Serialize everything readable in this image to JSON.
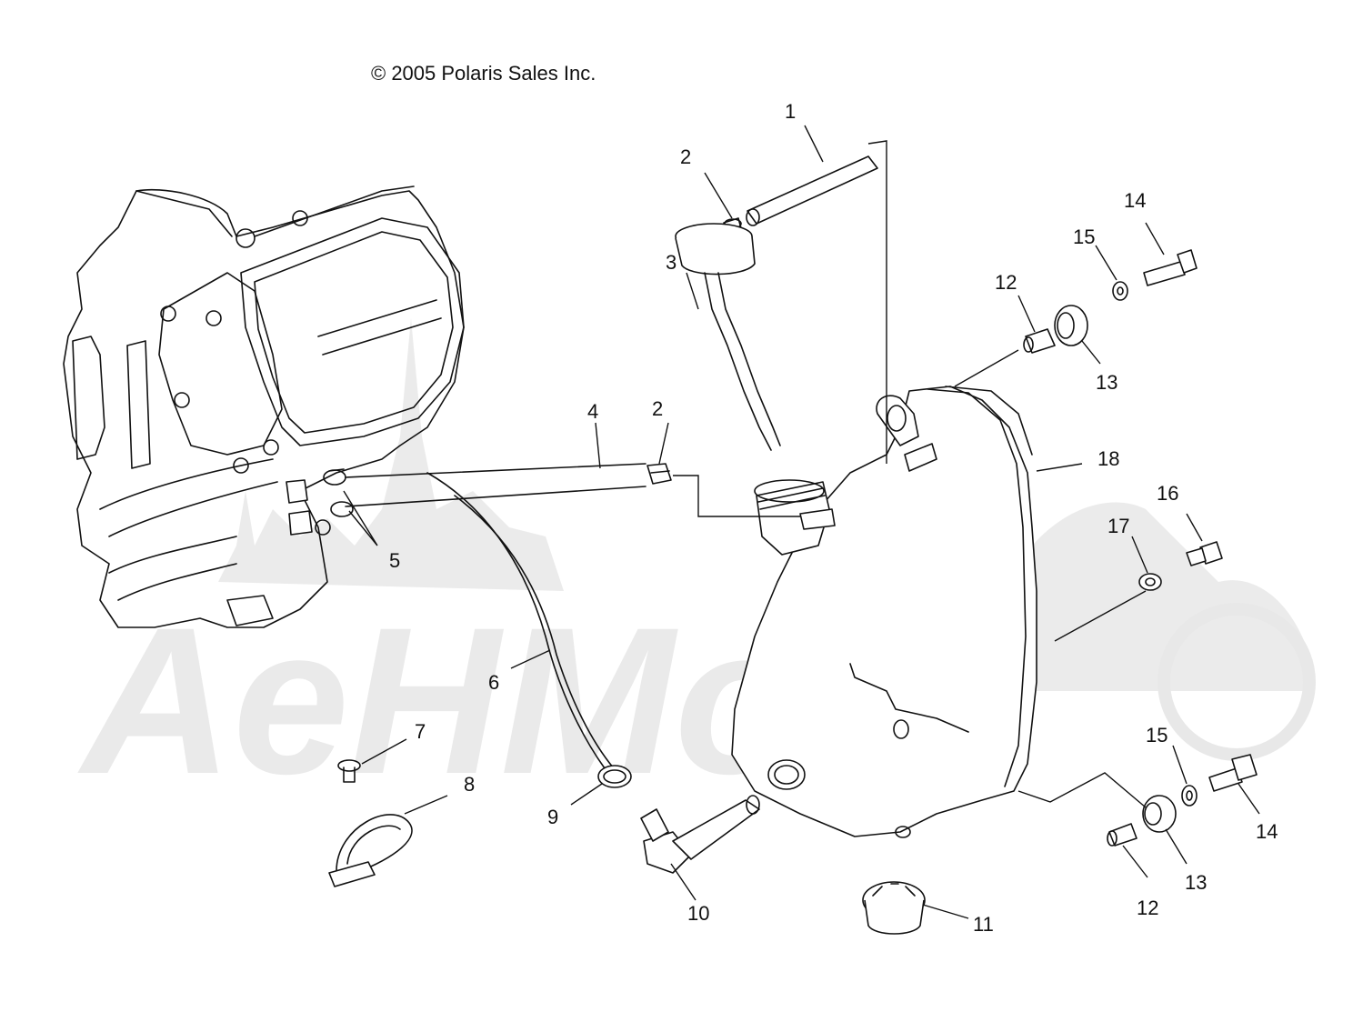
{
  "copyright": "© 2005 Polaris Sales Inc.",
  "watermark": "AeHMoto",
  "callouts": [
    {
      "id": "c1",
      "label": "1"
    },
    {
      "id": "c2a",
      "label": "2"
    },
    {
      "id": "c2b",
      "label": "2"
    },
    {
      "id": "c3",
      "label": "3"
    },
    {
      "id": "c4",
      "label": "4"
    },
    {
      "id": "c5",
      "label": "5"
    },
    {
      "id": "c6",
      "label": "6"
    },
    {
      "id": "c7",
      "label": "7"
    },
    {
      "id": "c8",
      "label": "8"
    },
    {
      "id": "c9",
      "label": "9"
    },
    {
      "id": "c10",
      "label": "10"
    },
    {
      "id": "c11",
      "label": "11"
    },
    {
      "id": "c12a",
      "label": "12"
    },
    {
      "id": "c12b",
      "label": "12"
    },
    {
      "id": "c13a",
      "label": "13"
    },
    {
      "id": "c13b",
      "label": "13"
    },
    {
      "id": "c14a",
      "label": "14"
    },
    {
      "id": "c14b",
      "label": "14"
    },
    {
      "id": "c15a",
      "label": "15"
    },
    {
      "id": "c15b",
      "label": "15"
    },
    {
      "id": "c16",
      "label": "16"
    },
    {
      "id": "c17",
      "label": "17"
    },
    {
      "id": "c18",
      "label": "18"
    }
  ]
}
